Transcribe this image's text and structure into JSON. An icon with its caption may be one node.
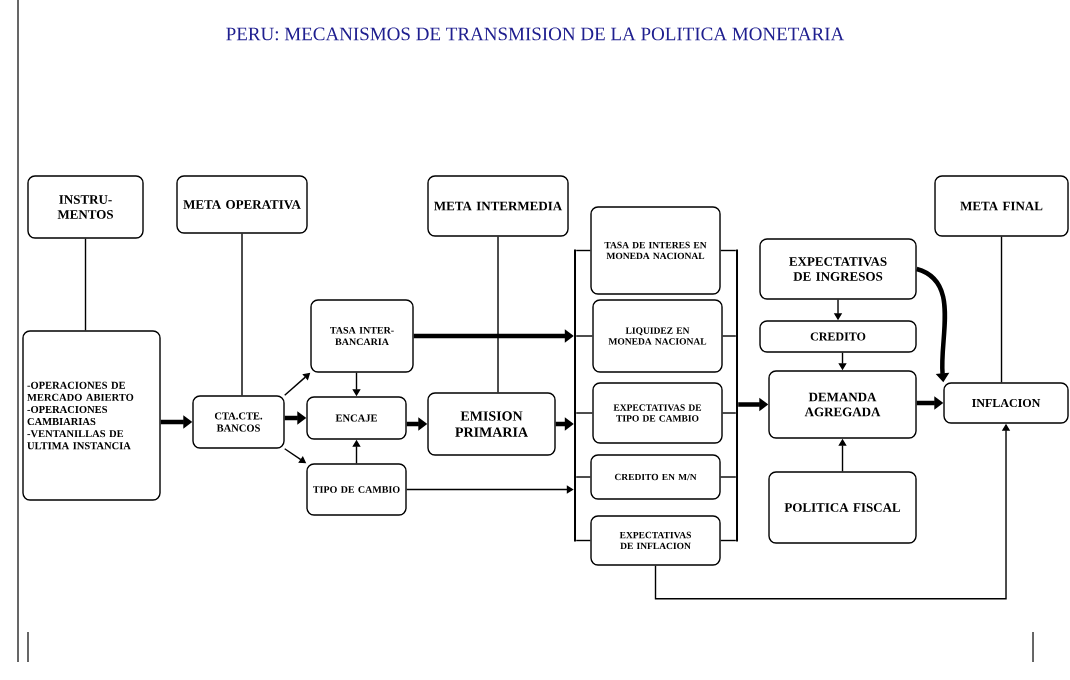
{
  "diagram": {
    "title": "PERU: MECANISMOS DE TRANSMISION DE LA POLITICA MONETARIA",
    "nodes": [
      {
        "text": [
          "INSTRU- MENTOS"
        ]
      },
      {
        "text": [
          "META OPERATIVA"
        ]
      },
      {
        "text": [
          "META INTERMEDIA"
        ]
      },
      {
        "text": [
          "TASA DE INTERES EN MONEDA NACIONAL"
        ]
      },
      {
        "text": [
          "META FINAL"
        ]
      },
      {
        "text": [
          "EXPECTATIVAS DE INGRESOS"
        ]
      },
      {
        "text": [
          "-OPERACIONES DE MERCADO ABIERTO",
          "-OPERACIONES CAMBIARIAS",
          "-VENTANILLAS DE ULTIMA INSTANCIA"
        ]
      },
      {
        "text": [
          "TASA INTER- BANCARIA"
        ]
      },
      {
        "text": [
          "LIQUIDEZ EN MONEDA NACIONAL"
        ]
      },
      {
        "text": [
          "CREDITO"
        ]
      },
      {
        "text": [
          "CTA.CTE. BANCOS"
        ]
      },
      {
        "text": [
          "ENCAJE"
        ]
      },
      {
        "text": [
          "EMISION PRIMARIA"
        ]
      },
      {
        "text": [
          "EXPECTATIVAS DE TIPO DE CAMBIO"
        ]
      },
      {
        "text": [
          "DEMANDA AGREGADA"
        ]
      },
      {
        "text": [
          "INFLACION"
        ]
      },
      {
        "text": [
          "TIPO DE CAMBIO"
        ]
      },
      {
        "text": [
          "CREDITO EN M/N"
        ]
      },
      {
        "text": [
          "POLITICA FISCAL"
        ]
      },
      {
        "text": [
          "EXPECTATIVAS DE INFLACION"
        ]
      },
      {
        "text": [],
        "shape": "bar"
      },
      {
        "text": [],
        "shape": "bar"
      }
    ],
    "edges": [
      {
        "from": 0,
        "to": 6,
        "arrow": "none"
      },
      {
        "from": 1,
        "to": 10,
        "arrow": "none"
      },
      {
        "from": 2,
        "to": 12,
        "arrow": "none"
      },
      {
        "from": 4,
        "to": 15,
        "arrow": "none"
      },
      {
        "from": 6,
        "to": 10,
        "arrow": "to",
        "style": "thick"
      },
      {
        "from": 10,
        "to": 7,
        "arrow": "to"
      },
      {
        "from": 10,
        "to": 11,
        "arrow": "to",
        "style": "thick"
      },
      {
        "from": 10,
        "to": 16,
        "arrow": "to"
      },
      {
        "from": 7,
        "to": 11,
        "arrow": "to"
      },
      {
        "from": 16,
        "to": 11,
        "arrow": "to"
      },
      {
        "from": 11,
        "to": 12,
        "arrow": "to",
        "style": "thick"
      },
      {
        "from": 7,
        "to": 20,
        "arrow": "to",
        "style": "thick"
      },
      {
        "from": 12,
        "to": 20,
        "arrow": "to",
        "style": "thick"
      },
      {
        "from": 16,
        "to": 20,
        "arrow": "to"
      },
      {
        "from": 20,
        "to": 3,
        "arrow": "none"
      },
      {
        "from": 20,
        "to": 8,
        "arrow": "none"
      },
      {
        "from": 20,
        "to": 13,
        "arrow": "none"
      },
      {
        "from": 20,
        "to": 17,
        "arrow": "none"
      },
      {
        "from": 20,
        "to": 19,
        "arrow": "none"
      },
      {
        "from": 3,
        "to": 21,
        "arrow": "none"
      },
      {
        "from": 8,
        "to": 21,
        "arrow": "none"
      },
      {
        "from": 13,
        "to": 21,
        "arrow": "none"
      },
      {
        "from": 17,
        "to": 21,
        "arrow": "none"
      },
      {
        "from": 19,
        "to": 21,
        "arrow": "none"
      },
      {
        "from": 21,
        "to": 14,
        "arrow": "to",
        "style": "thick"
      },
      {
        "from": 5,
        "to": 9,
        "arrow": "to"
      },
      {
        "from": 9,
        "to": 14,
        "arrow": "to"
      },
      {
        "from": 18,
        "to": 14,
        "arrow": "to"
      },
      {
        "from": 5,
        "to": 15,
        "arrow": "to",
        "style": "thick"
      },
      {
        "from": 14,
        "to": 15,
        "arrow": "to",
        "style": "thick"
      },
      {
        "from": 19,
        "to": 15,
        "arrow": "to"
      }
    ]
  }
}
